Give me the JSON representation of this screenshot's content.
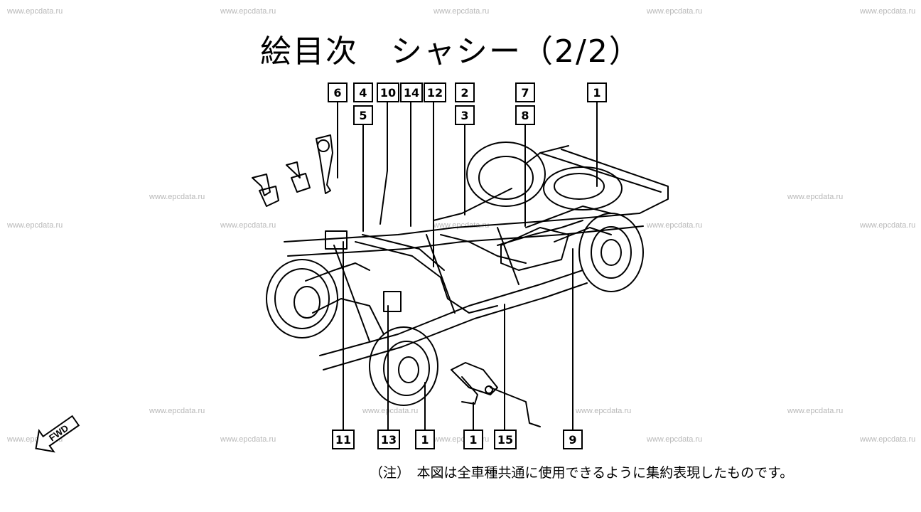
{
  "title": "絵目次　シャシー（2/2）",
  "watermark": "www.epcdata.ru",
  "fwd_label": "FWD",
  "note": "（注）　本図は全車種共通に使用できるように集約表現したものです。",
  "callouts_top": [
    "6",
    "4",
    "5",
    "10",
    "14",
    "12",
    "2",
    "3",
    "7",
    "8",
    "1"
  ],
  "callouts_bottom": [
    "11",
    "13",
    "1",
    "1",
    "15",
    "9"
  ]
}
